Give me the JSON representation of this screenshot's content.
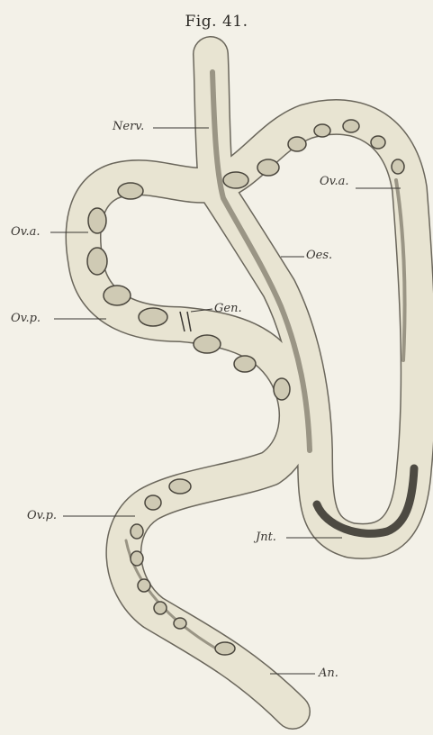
{
  "figure": {
    "title": "Fig. 41."
  },
  "labels": {
    "nerv": "Nerv.",
    "ova_right": "Ov.a.",
    "ova_left": "Ov.a.",
    "oes": "Oes.",
    "gen": "Gen.",
    "ovp_left": "Ov.p.",
    "ovp_lower": "Ov.p.",
    "int": "Jnt.",
    "an": "An."
  },
  "colors": {
    "paper": "#f3f1e8",
    "ink": "#3a3733",
    "body": "#e6e2cf"
  }
}
